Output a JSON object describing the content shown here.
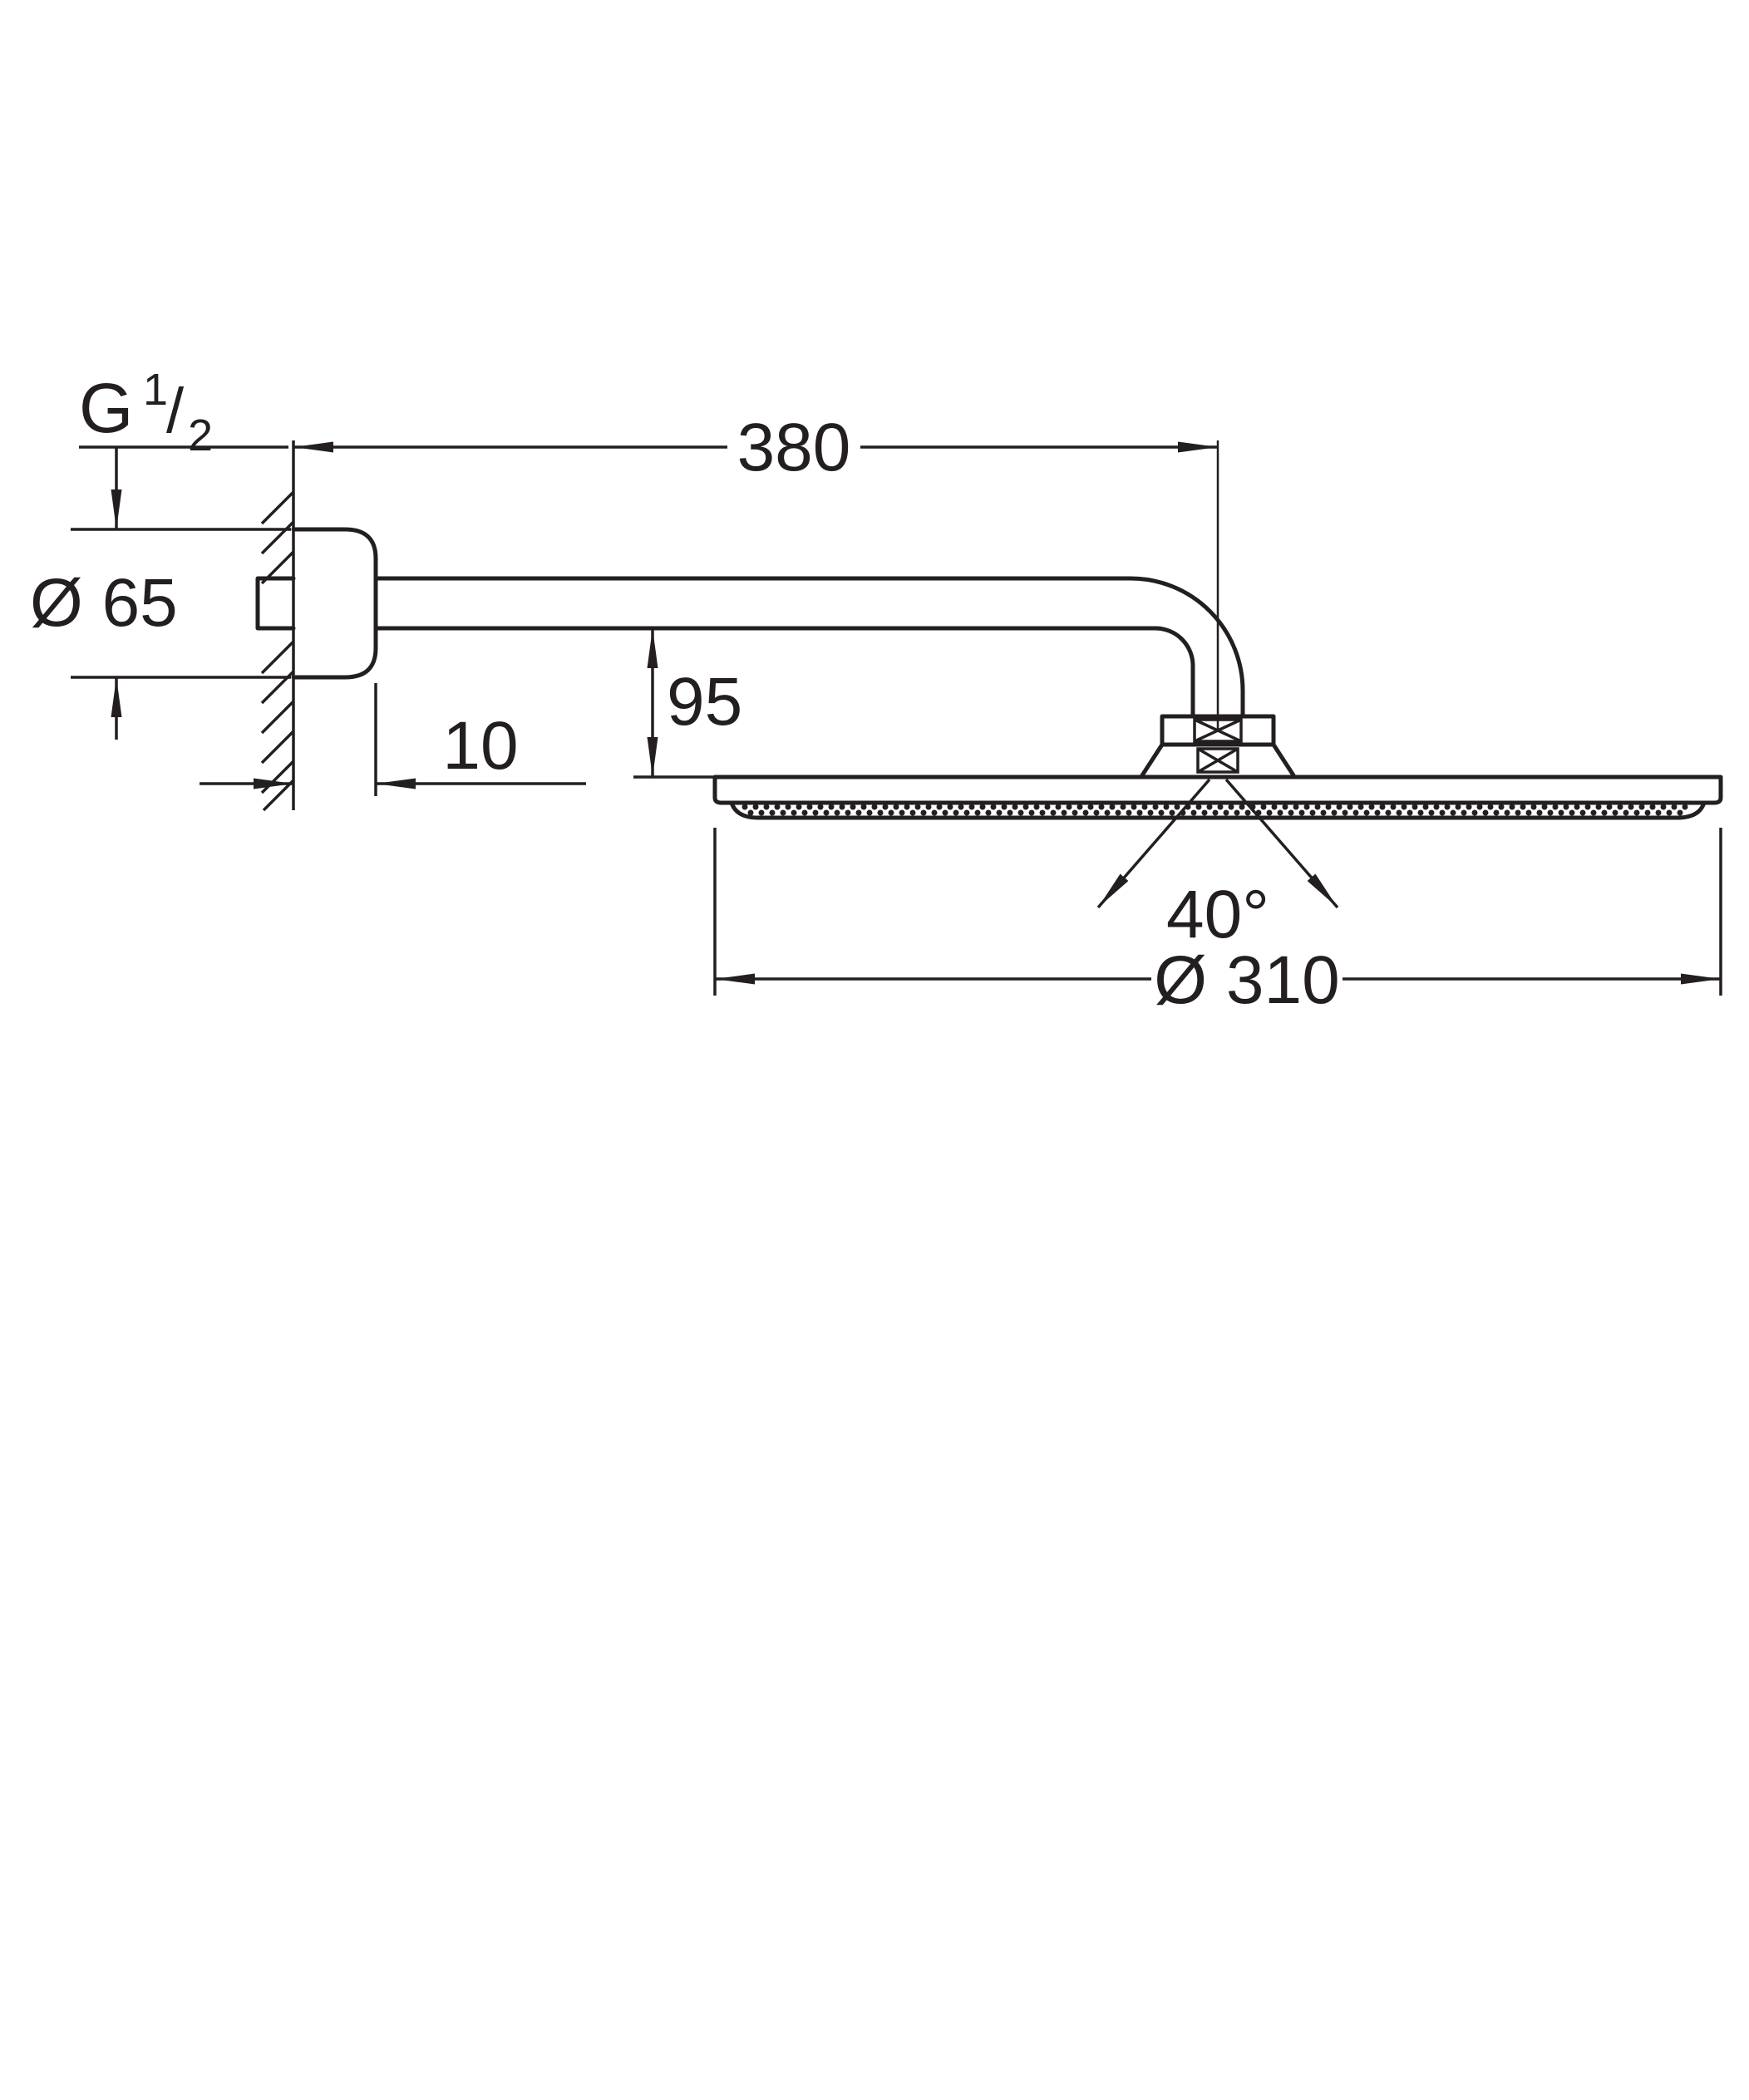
{
  "figure": {
    "type": "technical dimension drawing",
    "colors": {
      "line": "#231f20",
      "background": "#ffffff"
    },
    "thread_label": {
      "g": "G",
      "numerator": "1",
      "slash": "/",
      "denominator": "2"
    },
    "dimensions": {
      "flange_diameter": "Ø 65",
      "arm_length": "380",
      "drop_height": "95",
      "flange_depth": "10",
      "spray_angle": "40°",
      "head_diameter": "Ø 310"
    }
  }
}
